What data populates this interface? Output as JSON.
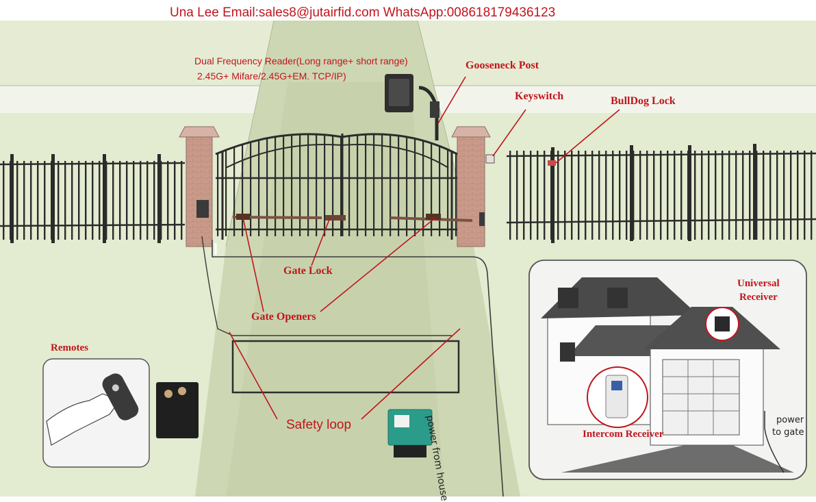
{
  "header": {
    "contact": "Una Lee  Email:sales8@jutairfid.com  WhatsApp:008618179436123"
  },
  "labels": {
    "reader_title": "Dual Frequency Reader(Long range+ short range)",
    "reader_subtitle": "2.45G+ Mifare/2.45G+EM. TCP/IP)",
    "gooseneck_post": "Gooseneck Post",
    "keyswitch": "Keyswitch",
    "bulldog_lock": "BullDog Lock",
    "gate_lock": "Gate Lock",
    "gate_openers": "Gate Openers",
    "remotes": "Remotes",
    "safety_loop": "Safety loop",
    "power_from_house": "power from house",
    "universal_receiver_1": "Universal",
    "universal_receiver_2": "Receiver",
    "intercom_receiver": "Intercom Receiver",
    "power_to_gate_1": "power",
    "power_to_gate_2": "to gate"
  },
  "colors": {
    "label_red": "#c0151c",
    "grass": "#e3ebd0",
    "driveway": "#cdd7b3",
    "brick": "#c99a8a",
    "fence": "#2b2b2b"
  }
}
